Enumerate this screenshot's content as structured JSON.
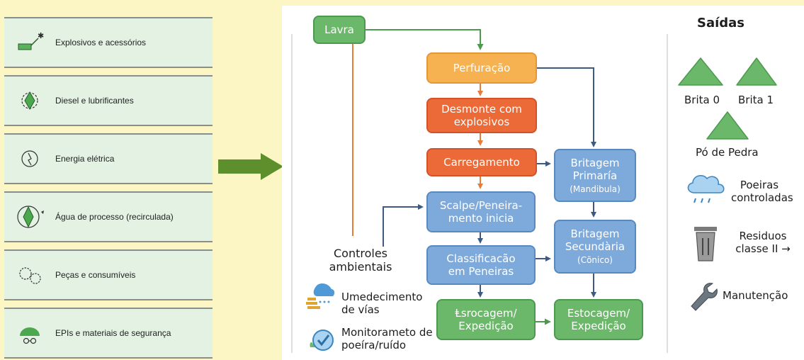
{
  "inputs": [
    {
      "icon": "explosive-icon",
      "label": "Explosivos e acessórios"
    },
    {
      "icon": "diesel-drop-icon",
      "label": "Diesel e lubrificantes"
    },
    {
      "icon": "energy-icon",
      "label": "Energia elétrica"
    },
    {
      "icon": "water-recycle-icon",
      "label": "Água de processo (recirculada)"
    },
    {
      "icon": "gears-icon",
      "label": "Peças e consumíveis"
    },
    {
      "icon": "helmet-goggles-icon",
      "label": "EPIs e materiais de segurança"
    }
  ],
  "process": {
    "lavra": "Lavra",
    "perfuracao": "Perfuração",
    "desmonte": "Desmonte com explosivos",
    "carregamento": "Carregamento",
    "scalpe": "Scalpe/Peneira-mento inicia",
    "classificacao": "Classificacão em Peneiras",
    "expedicao_left": "Ⱡsrocagem/ Expedição",
    "britagem_primaria": {
      "title": "Britagem Primaría",
      "sub": "(Mandibula)"
    },
    "britagem_secundaria": {
      "title": "Britagem Secundària",
      "sub": "(Cõnico)"
    },
    "estocagem": "Estocagem/ Expedição"
  },
  "controles": {
    "title": "Controles ambientais",
    "items": [
      {
        "icon": "humidification-icon",
        "label": "Umedecimento de vías"
      },
      {
        "icon": "check-circle-icon",
        "label": "Monitorameto de poeíra/ruído"
      }
    ]
  },
  "saidas": {
    "title": "Saídas",
    "brita0": "Brita 0",
    "brita1": "Brita 1",
    "po_pedra": "Pó de Pedra",
    "poeiras": "Poeiras controladas",
    "residuos": "Residuos classe II →",
    "manutencao": "Manutenção"
  },
  "colors": {
    "green": "#6cb86a",
    "yellow": "#f6b251",
    "orange": "#ec6a37",
    "blue": "#7eaadb",
    "arrow_blue": "#3d5a80",
    "arrow_orange": "#e57c3a",
    "arrow_green": "#4c9a4e",
    "background": "#fbf6c3"
  }
}
